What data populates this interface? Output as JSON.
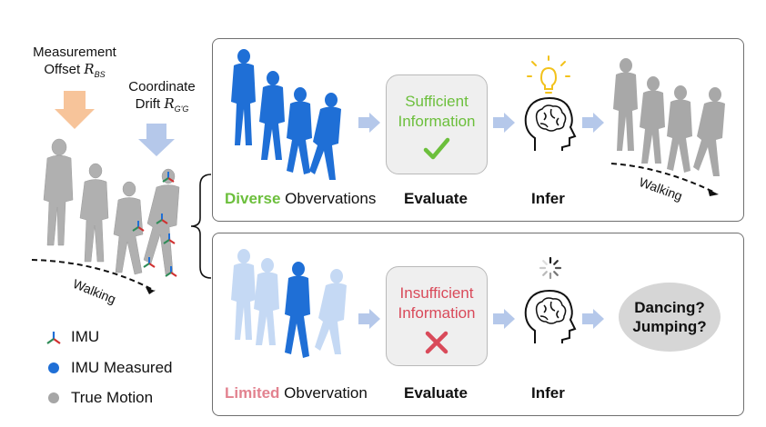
{
  "left": {
    "measurement_label": "Measurement",
    "offset_label": "Offset",
    "offset_symbol": "R",
    "offset_sub": "BS",
    "coordinate_label": "Coordinate",
    "drift_label": "Drift",
    "drift_symbol": "R",
    "drift_sub": "G'G",
    "walking": "Walking"
  },
  "legend": [
    {
      "label": "IMU",
      "color": "#d03030"
    },
    {
      "label": "IMU Measured",
      "color": "#1f6fd6"
    },
    {
      "label": "True Motion",
      "color": "#a6a6a6"
    }
  ],
  "top_panel": {
    "obs_highlight": "Diverse",
    "obs_rest": " Obvervations",
    "eval_line1": "Sufficient",
    "eval_line2": "Information",
    "evaluate": "Evaluate",
    "infer": "Infer",
    "walking": "Walking"
  },
  "bottom_panel": {
    "obs_highlight": "Limited",
    "obs_rest": " Obvervation",
    "eval_line1": "Insufficient",
    "eval_line2": "Information",
    "evaluate": "Evaluate",
    "infer": "Infer",
    "result_line1": "Dancing?",
    "result_line2": "Jumping?"
  },
  "colors": {
    "green": "#6cbf3c",
    "red": "#d94a5a",
    "pink": "#e2828f",
    "blue": "#1f6fd6",
    "light_blue": "#bcd3f2",
    "gray": "#a8a8a8",
    "arrow_blue": "#b5c8ea",
    "arrow_orange": "#f7c49a",
    "bulb": "#f2c21b"
  }
}
